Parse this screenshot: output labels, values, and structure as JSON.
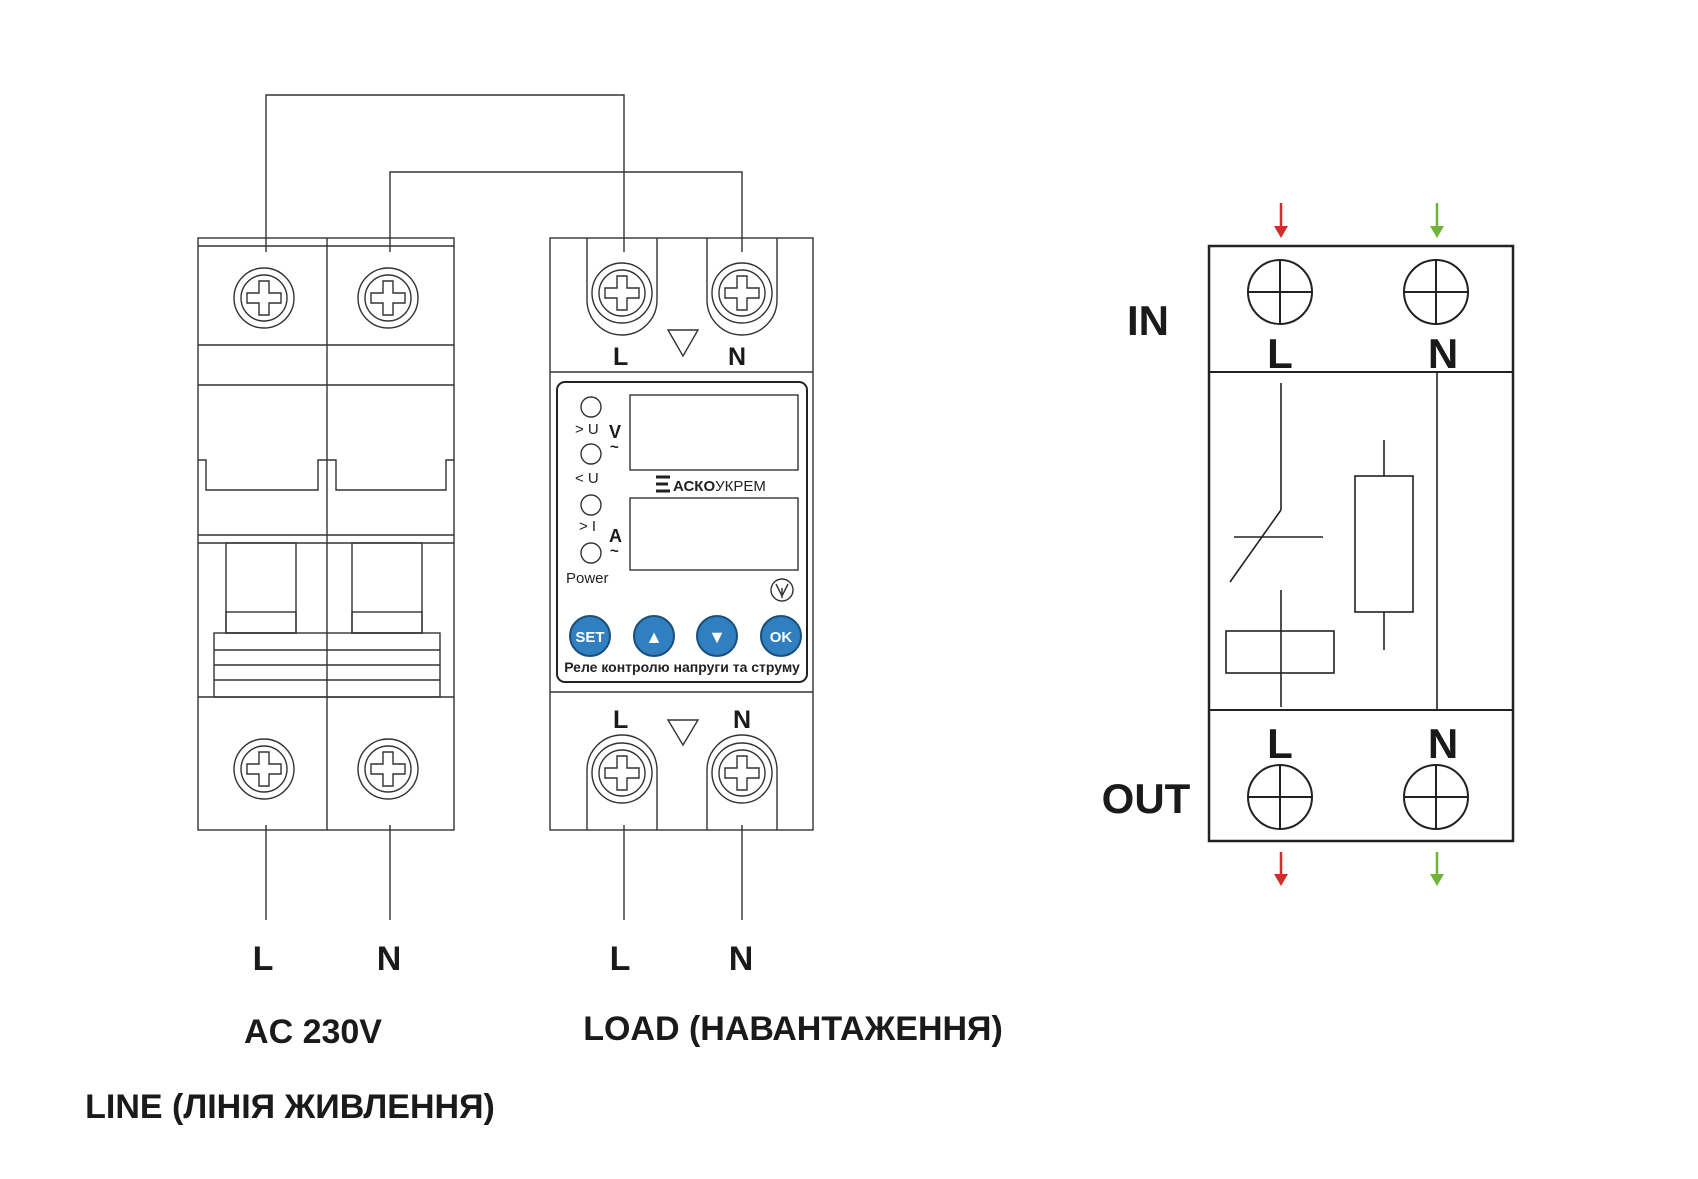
{
  "breaker": {
    "line_label": "AC 230V",
    "line_caption": "LINE (ЛІНІЯ ЖИВЛЕННЯ)",
    "bottom_L": "L",
    "bottom_N": "N"
  },
  "relay": {
    "top_L": "L",
    "top_N": "N",
    "bottom_L": "L",
    "bottom_N": "N",
    "led_over_u": "> U",
    "led_under_u": "< U",
    "led_over_i": "> I",
    "led_power": "Power",
    "unit_v": "V",
    "unit_a": "A",
    "unit_tilde": "~",
    "brand_bold": "АСКО",
    "brand_rest": "УКРЕМ",
    "btn_set": "SET",
    "btn_up": "▲",
    "btn_down": "▼",
    "btn_ok": "OK",
    "caption": "Реле контролю напруги та струму",
    "load_L": "L",
    "load_N": "N",
    "load_caption": "LOAD (НАВАНТАЖЕННЯ)"
  },
  "schematic": {
    "in_label": "IN",
    "out_label": "OUT",
    "top_L": "L",
    "top_N": "N",
    "bottom_L": "L",
    "bottom_N": "N",
    "arrow_L_color": "#d62b2b",
    "arrow_N_color": "#6fb43a"
  },
  "colors": {
    "button_blue": "#2f7fc1"
  }
}
